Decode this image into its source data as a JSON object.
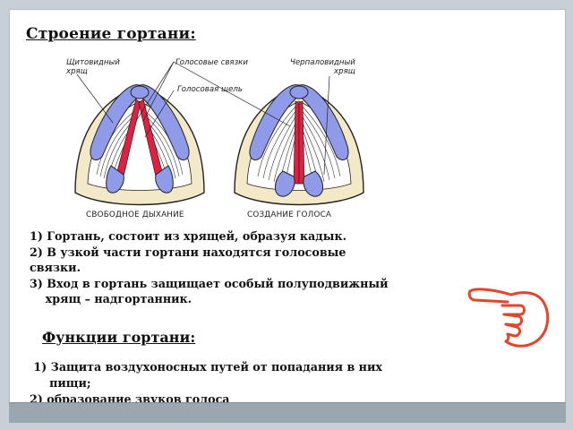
{
  "slide": {
    "title": "Строение гортани:",
    "figure": {
      "labels": {
        "thyroid": [
          "Щитовидный",
          "хрящ"
        ],
        "vocal_cords": "Голосовые связки",
        "arytenoid": [
          "Черпаловидный",
          "хрящ"
        ],
        "glottis": "Голосовая щель"
      },
      "captions": {
        "left": "СВОБОДНОЕ ДЫХАНИЕ",
        "right": "СОЗДАНИЕ ГОЛОСА"
      }
    },
    "facts": [
      "1) Гортань, состоит из хрящей, образуя кадык.",
      "2) В узкой части гортани находятся голосовые",
      "связки.",
      "3) Вход в гортань защищает особый полуподвижный",
      "    хрящ – надгортанник."
    ],
    "functions_title": "Функции гортани:",
    "functions": [
      " 1) Защита воздухоносных путей от попадания в них",
      "     пищи;",
      "2) образование звуков голоса"
    ]
  },
  "colors": {
    "cartilage": "#8f9ae8",
    "cords": "#e02040",
    "ring": "#f3e9c8",
    "hand": "#e3452a"
  }
}
